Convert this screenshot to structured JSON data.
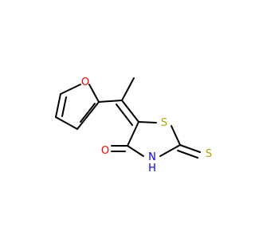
{
  "molecule": {
    "atom_labels": {
      "furan_oxygen": "O",
      "ring_sulfur": "S",
      "carbonyl_oxygen": "O",
      "imine_nitrogen": "N",
      "nh_hydrogen": "H",
      "thione_sulfur": "S"
    },
    "colors": {
      "bond": "#000000",
      "oxygen": "#ff0000",
      "sulfur": "#b2a300",
      "nitrogen": "#0000ff"
    }
  }
}
